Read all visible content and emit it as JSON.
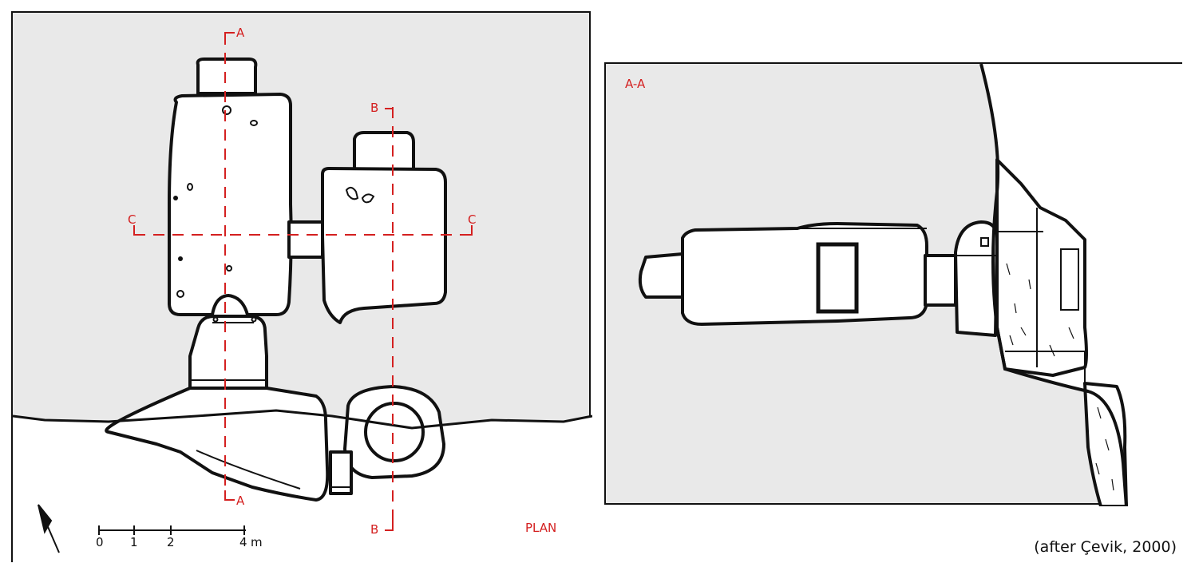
{
  "plan": {
    "title": "PLAN",
    "section_marks": {
      "a_top": "A",
      "a_bottom": "A",
      "b_top": "B",
      "b_bottom": "B",
      "c_left": "C",
      "c_right": "C"
    },
    "scale": {
      "ticks": [
        "0",
        "1",
        "2",
        "4"
      ],
      "unit": "m"
    }
  },
  "section": {
    "title": "A-A"
  },
  "credit": "(after Çevik, 2000)",
  "colors": {
    "rock": "#e9e9e9",
    "chamber": "#ffffff",
    "outline": "#111111",
    "section_line": "#d42020"
  }
}
